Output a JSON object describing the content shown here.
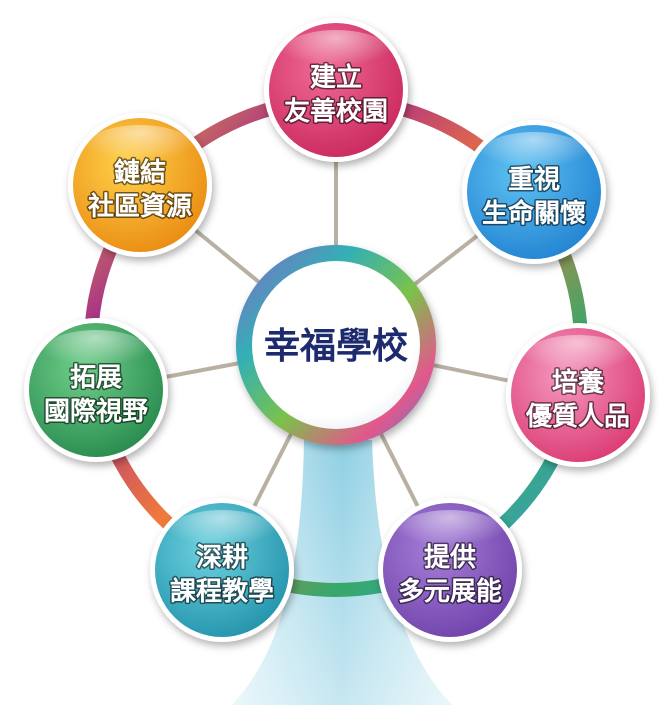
{
  "center": {
    "label": "幸福學校"
  },
  "nodes": [
    {
      "id": "friendly-campus",
      "line1": "建立",
      "line2": "友善校園",
      "color": "#c8255a",
      "light": "#f06a95"
    },
    {
      "id": "value-life",
      "line1": "重視",
      "line2": "生命關懷",
      "color": "#1f7fd0",
      "light": "#5ec2f2"
    },
    {
      "id": "quality-character",
      "line1": "培養",
      "line2": "優質人品",
      "color": "#d9346e",
      "light": "#f59ac0"
    },
    {
      "id": "diverse-development",
      "line1": "提供",
      "line2": "多元展能",
      "color": "#6d3fa8",
      "light": "#a57ed8"
    },
    {
      "id": "deep-teaching",
      "line1": "深耕",
      "line2": "課程教學",
      "color": "#1e8fa8",
      "light": "#6ed2e0"
    },
    {
      "id": "global-vision",
      "line1": "拓展",
      "line2": "國際視野",
      "color": "#23864a",
      "light": "#6fcf8a"
    },
    {
      "id": "community-resources",
      "line1": "鏈結",
      "line2": "社區資源",
      "color": "#e8870e",
      "light": "#ffd14a"
    }
  ]
}
